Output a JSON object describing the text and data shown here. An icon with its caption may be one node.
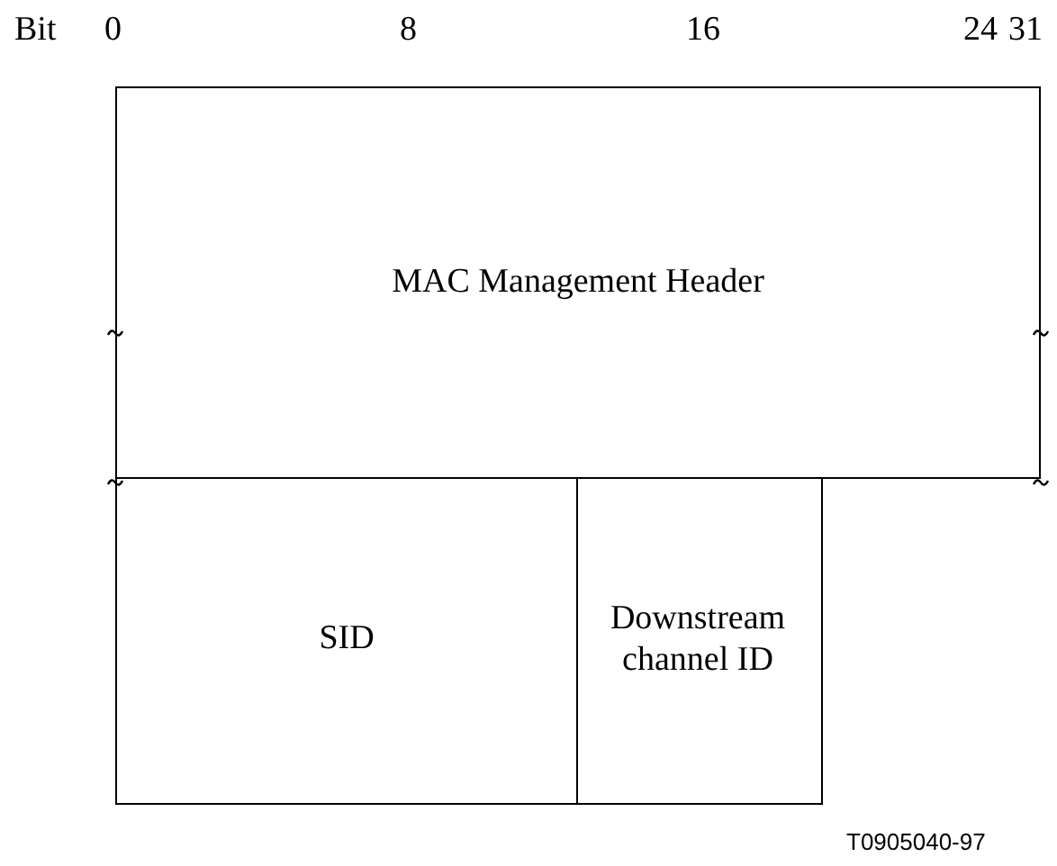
{
  "diagram": {
    "nodes": [
      {
        "text": [
          "MAC Management Header"
        ]
      },
      {
        "text": [
          "SID"
        ]
      },
      {
        "text": [
          "Downstream channel ID"
        ]
      }
    ],
    "labels": [
      "Bit",
      "0",
      "8",
      "16",
      "24",
      "31",
      "T0905040-97"
    ]
  }
}
